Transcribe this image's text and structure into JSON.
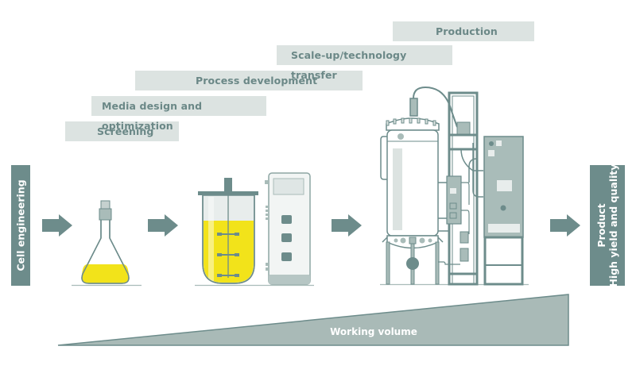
{
  "diagram": {
    "stages": [
      {
        "label": "Screening"
      },
      {
        "label": "Media design and optimization"
      },
      {
        "label": "Process development"
      },
      {
        "label": "Scale-up/technology transfer"
      },
      {
        "label": "Production"
      }
    ],
    "start_box": {
      "label": "Cell engineering"
    },
    "end_box": {
      "line1": "Product",
      "line2": "High yield and quality"
    },
    "volume_wedge": {
      "label": "Working volume"
    },
    "equipment": [
      {
        "name": "shake-flask",
        "icon": "flask-icon"
      },
      {
        "name": "benchtop-bioreactor",
        "icon": "bioreactor-vessel-icon"
      },
      {
        "name": "bioreactor-controller",
        "icon": "controller-icon"
      },
      {
        "name": "production-bioreactor",
        "icon": "steel-bioreactor-icon"
      }
    ],
    "colors": {
      "accent": "#6d8c8b",
      "label_bg": "#dce3e1",
      "label_text": "#6b8887",
      "liquid": "#f2e31a",
      "equipment_fill": "#a9bcb9",
      "equipment_light": "#e8edec"
    }
  }
}
